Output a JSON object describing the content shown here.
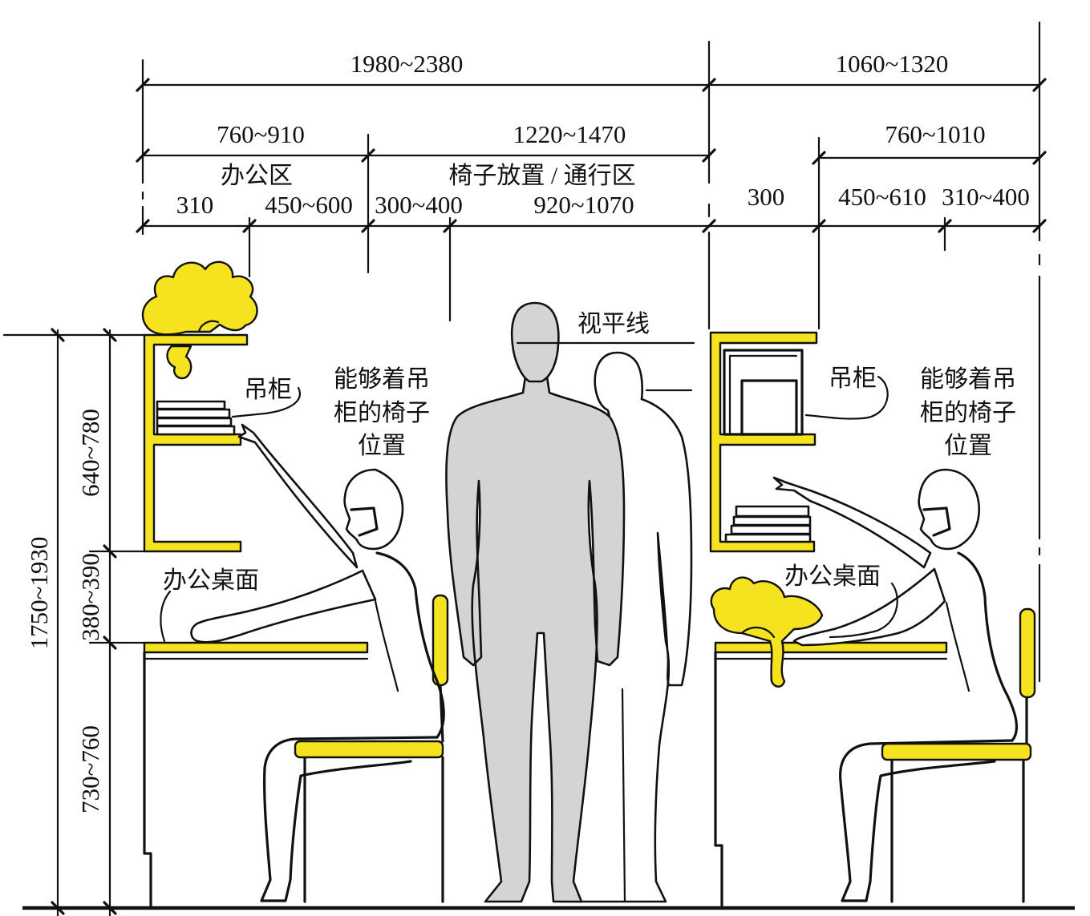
{
  "dimensions": {
    "top": {
      "overall_left": "1980~2380",
      "overall_right": "1060~1320",
      "office_zone": "760~910",
      "chair_zone": "1220~1470",
      "right_zone": "760~1010"
    },
    "zones": {
      "office": "办公区",
      "chair": "椅子放置 / 通行区"
    },
    "detail": {
      "d310": "310",
      "d450_600": "450~600",
      "d300_400": "300~400",
      "d920_1070": "920~1070",
      "d300": "300",
      "d450_610": "450~610",
      "d310_400": "310~400"
    },
    "vertical": {
      "total": "1750~1930",
      "cabinet": "640~780",
      "gap": "380~390",
      "desk": "730~760"
    }
  },
  "labels": {
    "eye_level": "视平线",
    "left_cabinet": "吊柜",
    "left_reach": [
      "能够着吊",
      "柜的椅子",
      "位置"
    ],
    "right_cabinet": "吊柜",
    "right_reach": [
      "能够着吊",
      "柜的椅子",
      "位置"
    ],
    "left_desk": "办公桌面",
    "right_desk": "办公桌面"
  },
  "colors": {
    "accent": "#f5e31f",
    "figure": "#d4d4d4",
    "ink": "#111111",
    "paper": "#ffffff"
  },
  "icons": [
    "plant",
    "hanging-cabinet",
    "desk",
    "chair",
    "seated-person",
    "standing-person"
  ]
}
